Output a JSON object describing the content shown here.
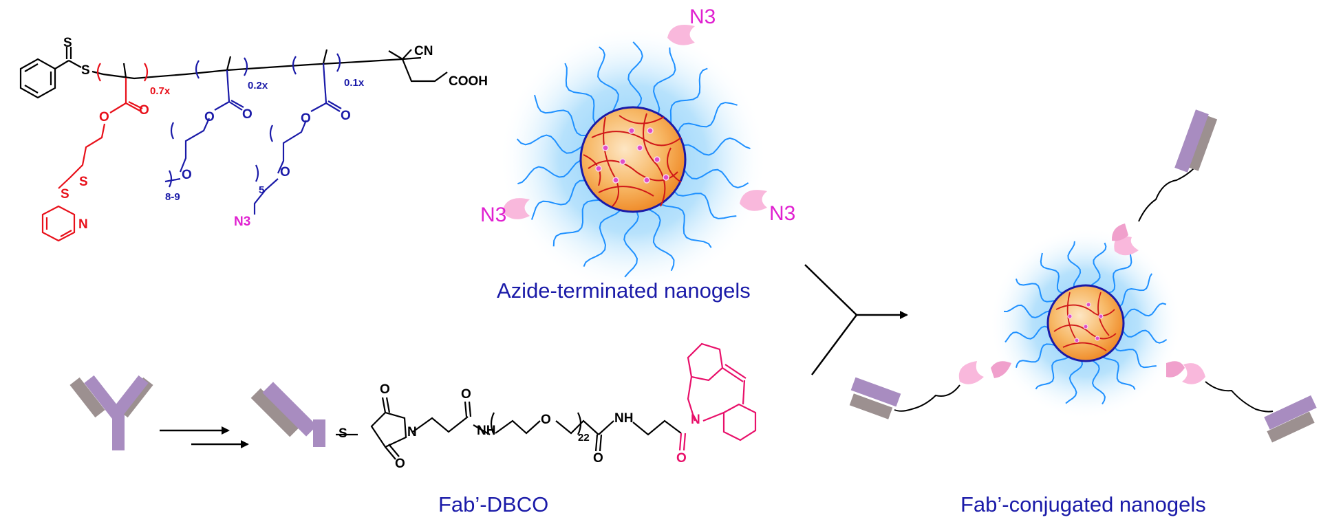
{
  "colors": {
    "ester_red": "#e8101a",
    "peg_blue": "#1a1aa8",
    "azide_magenta": "#e020d0",
    "dbco_pink": "#e8106a",
    "core_orange": "#f5a840",
    "core_edge": "#1a1aa8",
    "crosslink": "#d01818",
    "corona": "#4ab4f0",
    "arm": "#1e90ff",
    "antibody": "#a88cc0",
    "antibody_shadow": "#9c9090",
    "cap_pink": "#f49ad4",
    "arrow": "#000000"
  },
  "polymer": {
    "sulfur_top": "S",
    "sulfur_link": "S",
    "cn": "CN",
    "cooh": "COOH",
    "frac_1": "0.7x",
    "frac_2": "0.2x",
    "frac_3": "0.1x",
    "oxygen": "O",
    "n_peg": "8-9",
    "n_azide": "5",
    "disulfide_s": "S",
    "pyridine_n": "N",
    "azide_group": "N3"
  },
  "nanogel": {
    "caption": "Azide-terminated nanogels",
    "azide_label": "N3"
  },
  "fab": {
    "caption": "Fab’-DBCO",
    "thiol_s": "S",
    "oxygen": "O",
    "imide_n": "N",
    "amide_nh": "NH",
    "amide_h": "H",
    "repeat_n": "22",
    "dbco_n": "N"
  },
  "product": {
    "caption": "Fab’-conjugated nanogels"
  }
}
